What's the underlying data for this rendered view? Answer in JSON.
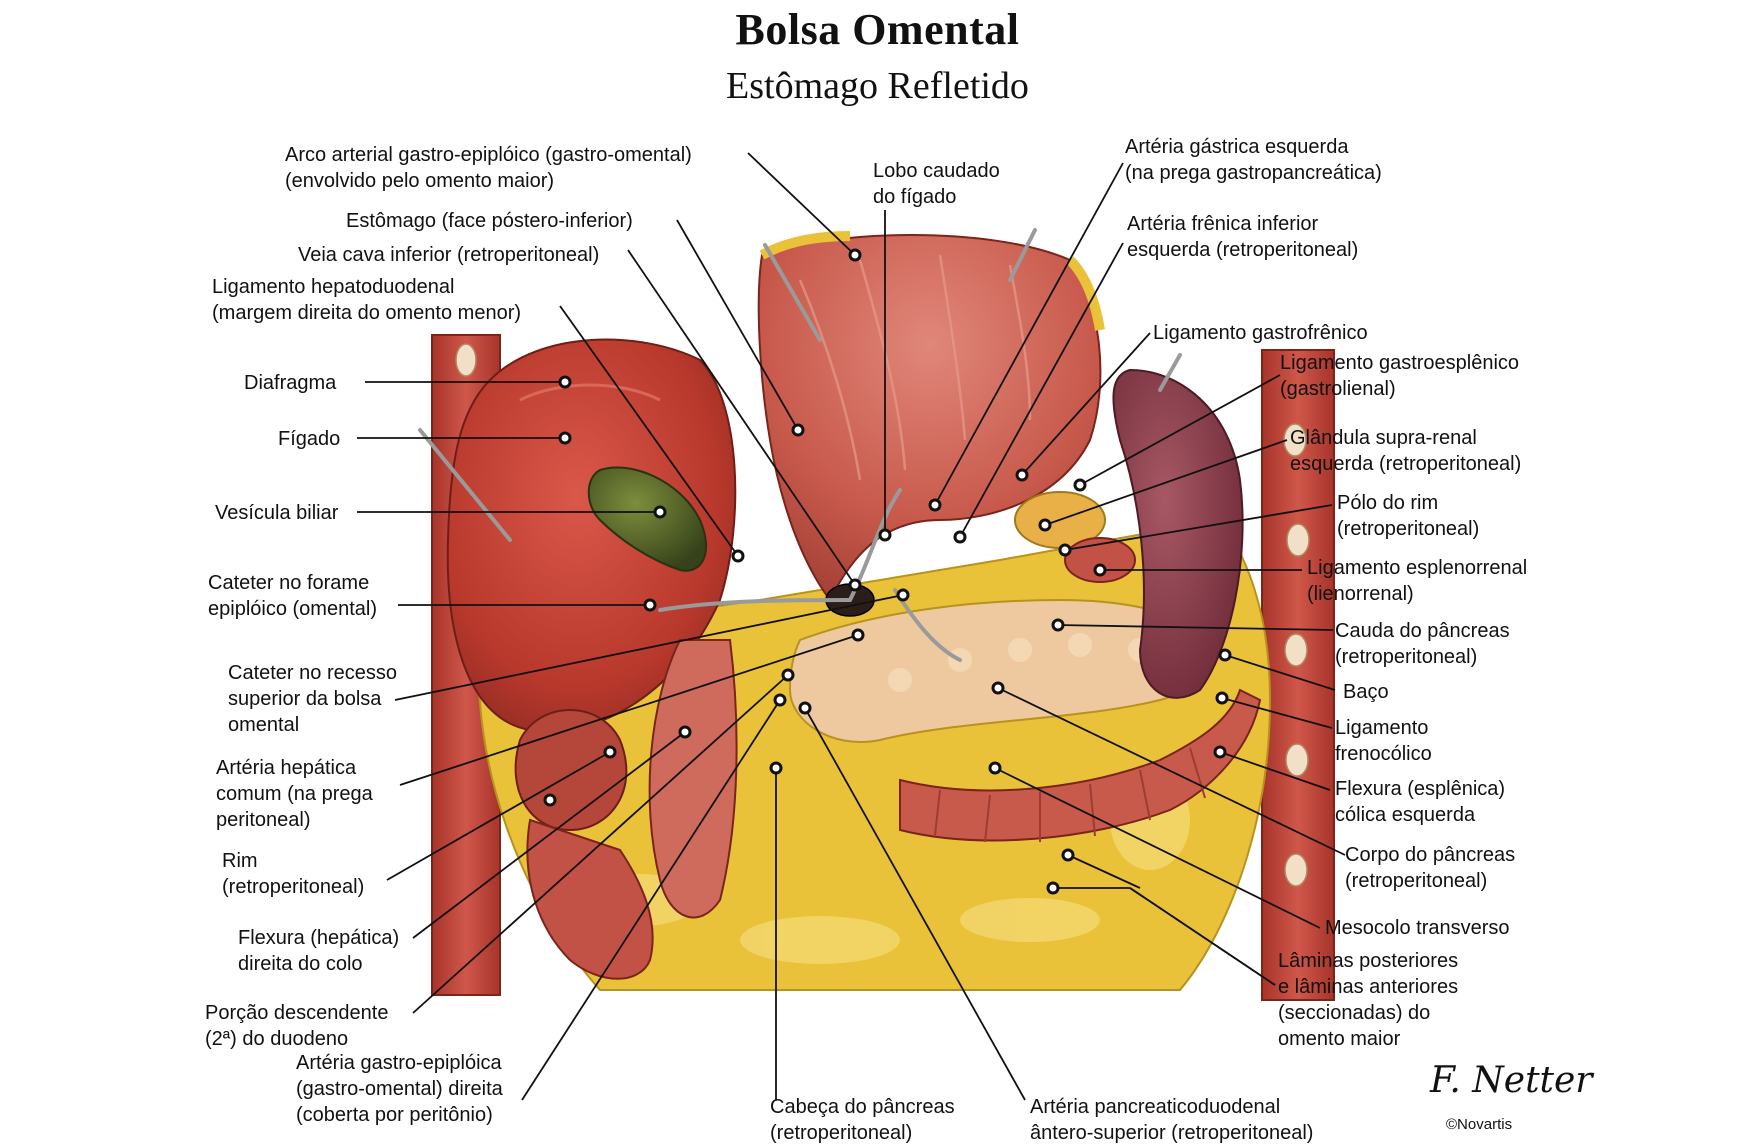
{
  "title": "Bolsa Omental",
  "subtitle": "Estômago Refletido",
  "signature": "F. Netter",
  "copyright": "©Novartis",
  "colors": {
    "muscle": "#c4473c",
    "liver": "#b8382c",
    "fat": "#e9c23a",
    "gallbladder": "#4b5a22",
    "spleen": "#8a3a48",
    "leader": "#111111"
  },
  "labels": {
    "arco_arterial": [
      "Arco arterial gastro-epiplóico (gastro-omental)",
      "(envolvido pelo omento maior)"
    ],
    "estomago": [
      "Estômago (face póstero-inferior)"
    ],
    "veia_cava": [
      "Veia cava inferior (retroperitoneal)"
    ],
    "lig_hepatoduodenal": [
      "Ligamento hepatoduodenal",
      "(margem direita do omento menor)"
    ],
    "diafragma": [
      "Diafragma"
    ],
    "figado": [
      "Fígado"
    ],
    "vesicula": [
      "Vesícula biliar"
    ],
    "cateter_forame": [
      "Cateter no forame",
      "epiplóico (omental)"
    ],
    "cateter_recesso": [
      "Cateter no recesso",
      "superior da bolsa",
      "omental"
    ],
    "arteria_hepatica": [
      "Artéria hepática",
      "comum (na prega",
      "peritoneal)"
    ],
    "rim": [
      "Rim",
      "(retroperitoneal)"
    ],
    "flexura_hepatica": [
      "Flexura (hepática)",
      "direita do colo"
    ],
    "porcao_descendente": [
      "Porção descendente",
      "(2ª) do duodeno"
    ],
    "arteria_gastroepiploica": [
      "Artéria gastro-epiplóica",
      "(gastro-omental) direita",
      "(coberta por peritônio)"
    ],
    "cabeca_pancreas": [
      "Cabeça do pâncreas",
      "(retroperitoneal)"
    ],
    "arteria_pancreaticoduodenal": [
      "Artéria pancreaticoduodenal",
      "ântero-superior (retroperitoneal)"
    ],
    "lobo_caudado": [
      "Lobo caudado",
      "do fígado"
    ],
    "arteria_gastrica": [
      "Artéria gástrica esquerda",
      "(na prega gastropancreática)"
    ],
    "arteria_frenica": [
      "Artéria frênica inferior",
      "esquerda (retroperitoneal)"
    ],
    "lig_gastrofrenico": [
      "Ligamento gastrofrênico"
    ],
    "lig_gastroesplenico": [
      "Ligamento gastroesplênico",
      "(gastrolienal)"
    ],
    "glandula_suprarenal": [
      "Glândula supra-renal",
      "esquerda (retroperitoneal)"
    ],
    "polo_rim": [
      "Pólo do rim",
      "(retroperitoneal)"
    ],
    "lig_esplenorrenal": [
      "Ligamento esplenorrenal",
      "(lienorrenal)"
    ],
    "cauda_pancreas": [
      "Cauda do pâncreas",
      "(retroperitoneal)"
    ],
    "baco": [
      "Baço"
    ],
    "lig_frenocolico": [
      "Ligamento",
      "frenocólico"
    ],
    "flexura_esplenica": [
      "Flexura (esplênica)",
      "cólica esquerda"
    ],
    "corpo_pancreas": [
      "Corpo do pâncreas",
      "(retroperitoneal)"
    ],
    "mesocolo": [
      "Mesocolo transverso"
    ],
    "laminas": [
      "Lâminas posteriores",
      "e lâminas anteriores",
      "(seccionadas) do",
      "omento maior"
    ]
  }
}
